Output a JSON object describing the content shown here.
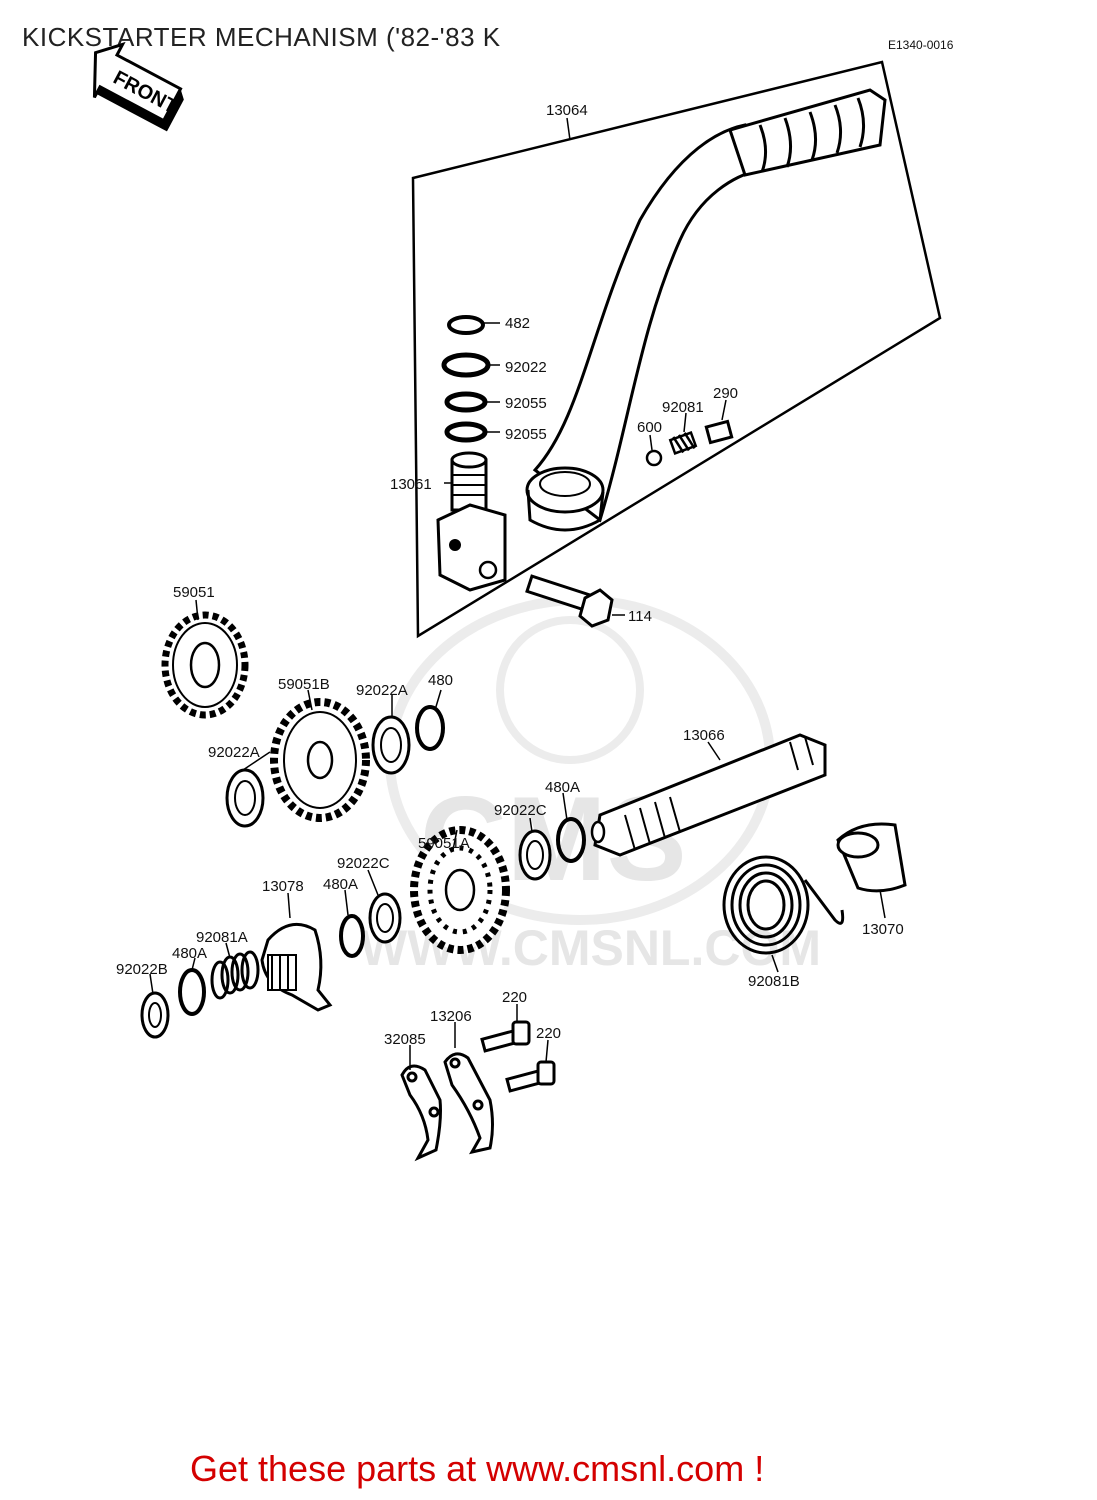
{
  "title": "KICKSTARTER MECHANISM ('82-'83 K",
  "diagram_code": "E1340-0016",
  "front_label": "FRONT",
  "footer_text": "Get these parts at www.cmsnl.com !",
  "watermark": {
    "logo_text": "CMS",
    "url_text": "WWW.CMSNL.COM"
  },
  "parts": {
    "p13064": "13064",
    "p482": "482",
    "p92022": "92022",
    "p92055a": "92055",
    "p92055b": "92055",
    "p92081": "92081",
    "p290": "290",
    "p600": "600",
    "p13061": "13061",
    "p114": "114",
    "p59051": "59051",
    "p59051B": "59051B",
    "p92022A_top": "92022A",
    "p480": "480",
    "p92022A_left": "92022A",
    "p13066": "13066",
    "p59051A": "59051A",
    "p480A_right": "480A",
    "p92022C_right": "92022C",
    "p92022C_left": "92022C",
    "p480A_mid": "480A",
    "p13078": "13078",
    "p92081A": "92081A",
    "p480A_left": "480A",
    "p92022B": "92022B",
    "p13070": "13070",
    "p92081B": "92081B",
    "p220a": "220",
    "p220b": "220",
    "p13206": "13206",
    "p32085": "32085"
  }
}
